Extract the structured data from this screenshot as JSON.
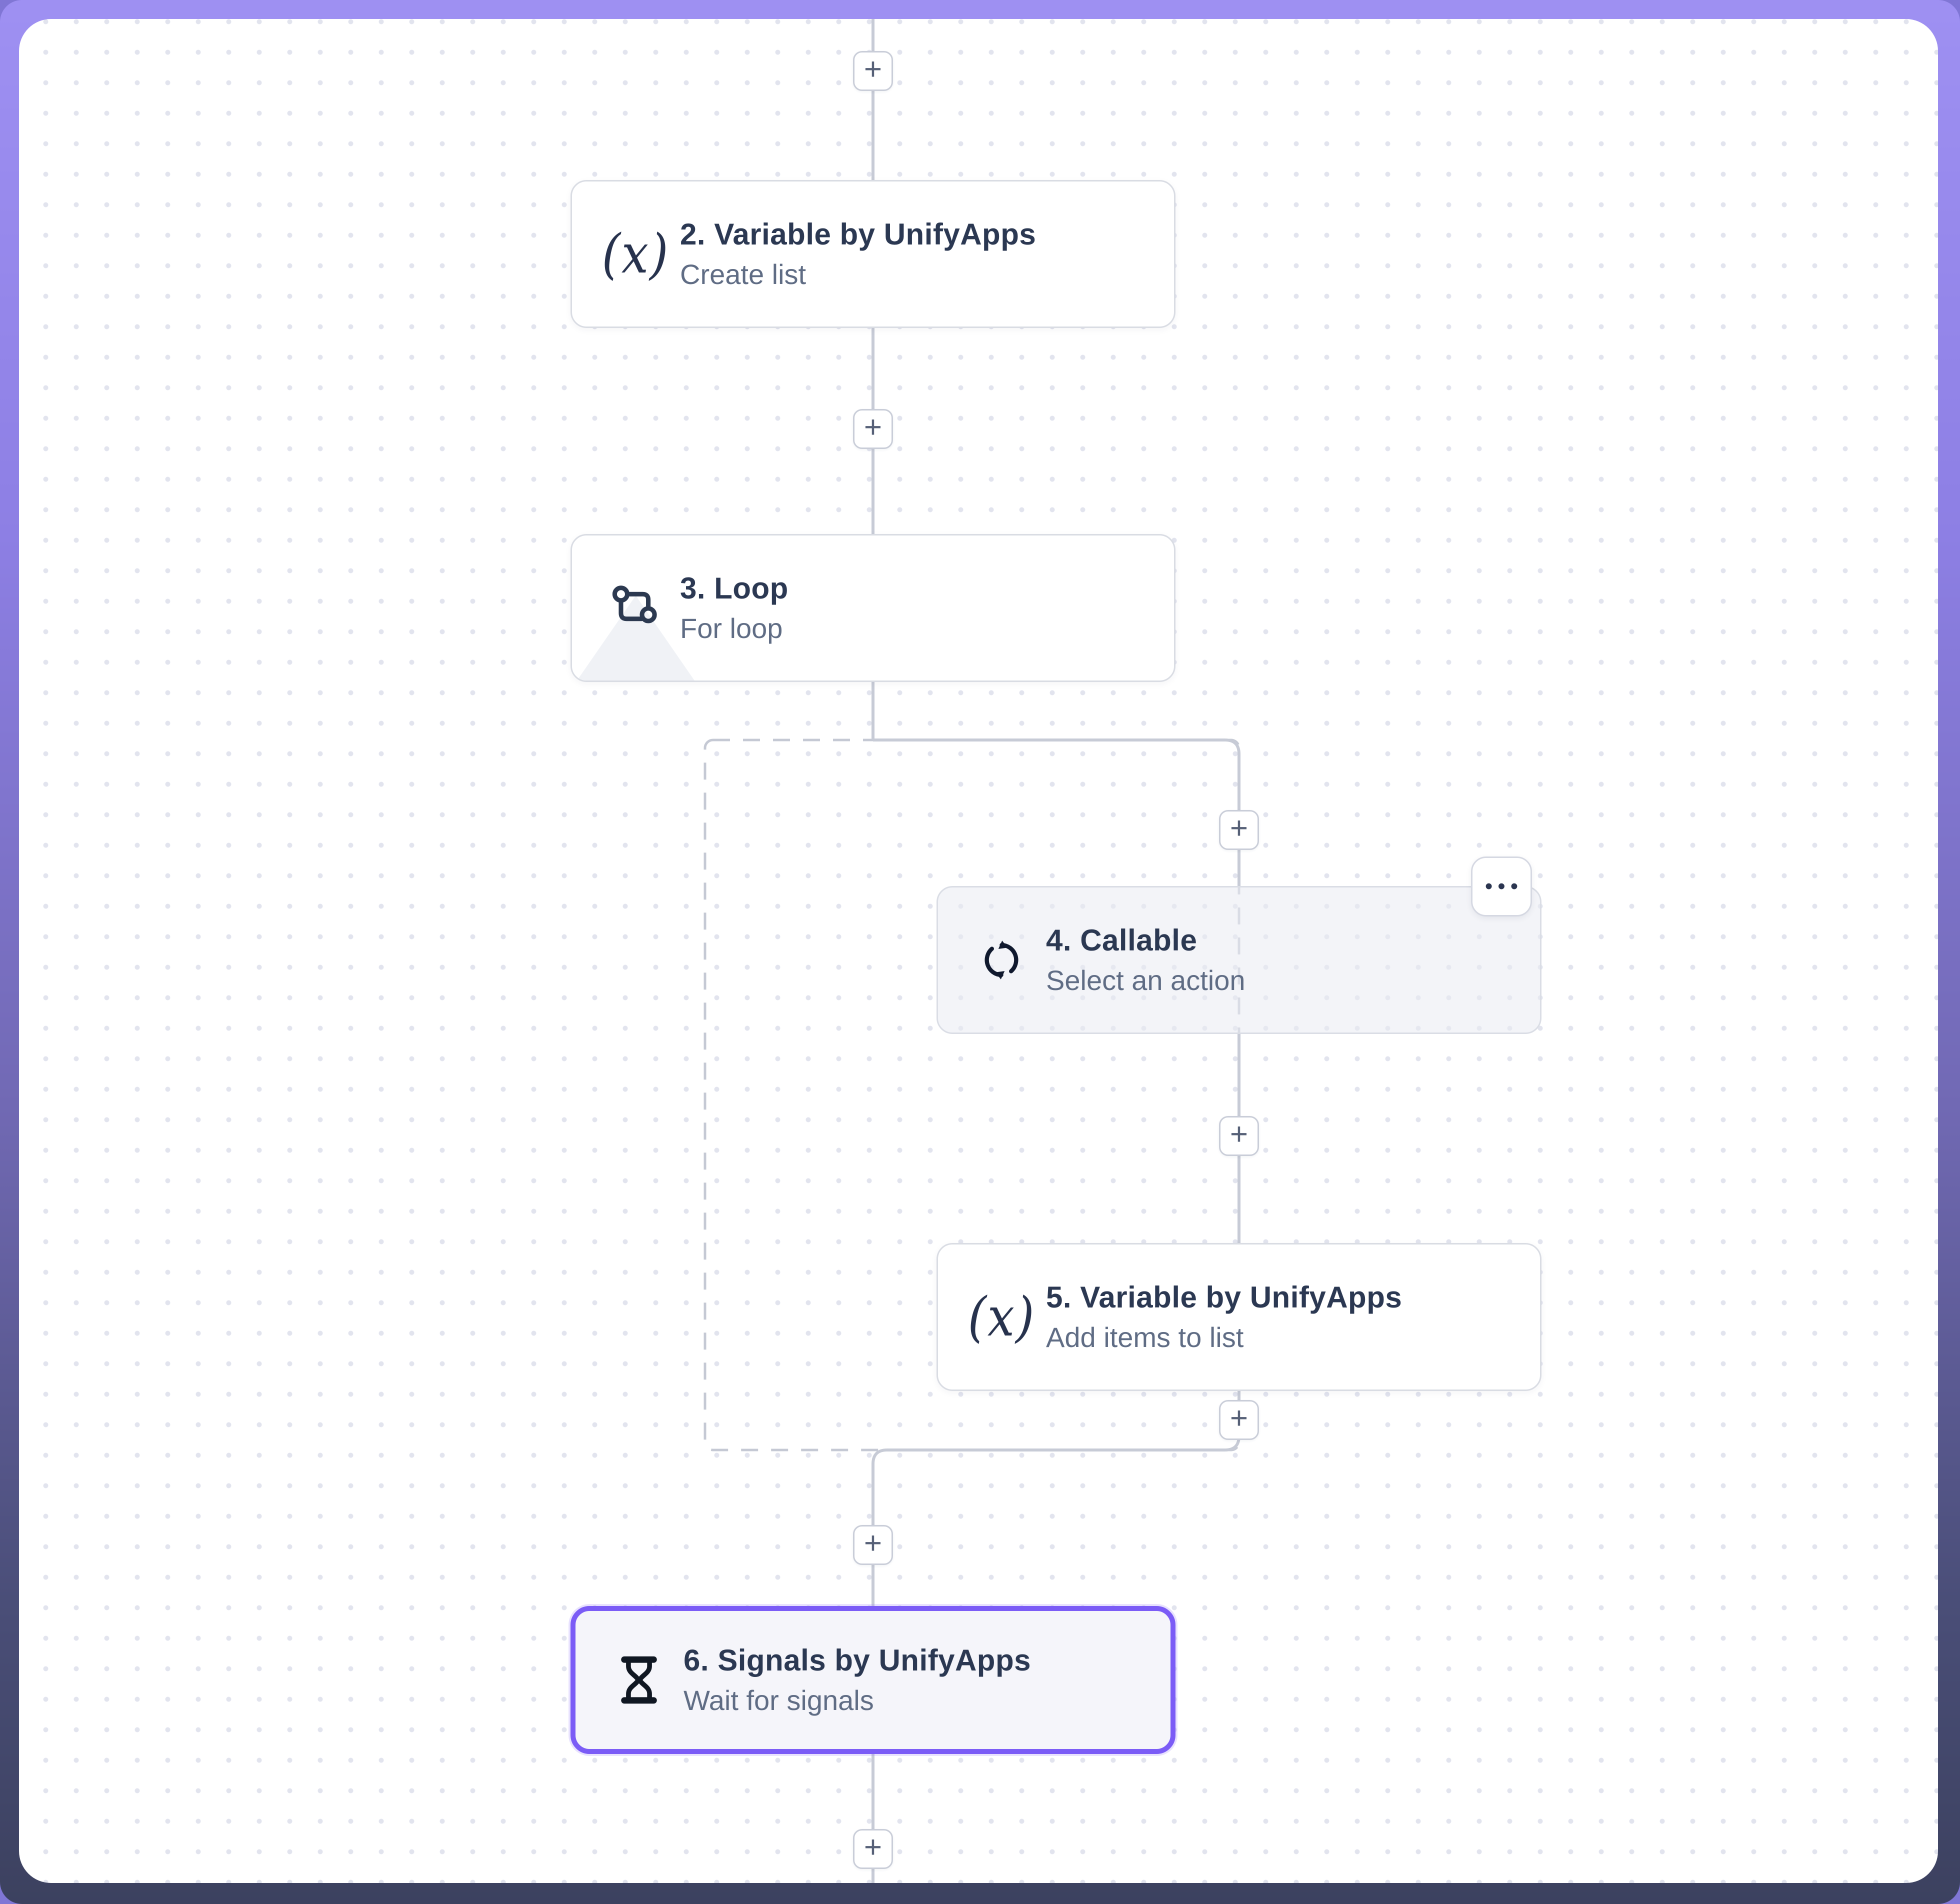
{
  "ui": {
    "plus_label": "+",
    "menu_dots": "•••"
  },
  "icons": {
    "variable_glyph": "(x)"
  },
  "nodes": [
    {
      "title": "2. Variable by UnifyApps",
      "subtitle": "Create list",
      "icon": "variable-x-icon",
      "state": "default"
    },
    {
      "title": "3. Loop",
      "subtitle": "For loop",
      "icon": "loop-icon",
      "state": "default"
    },
    {
      "title": "4. Callable",
      "subtitle": "Select an action",
      "icon": "callable-refresh-icon",
      "state": "placeholder"
    },
    {
      "title": "5. Variable by UnifyApps",
      "subtitle": "Add items to list",
      "icon": "variable-x-icon",
      "state": "default"
    },
    {
      "title": "6. Signals by UnifyApps",
      "subtitle": "Wait for signals",
      "icon": "hourglass-icon",
      "state": "selected"
    }
  ],
  "colors": {
    "accent_purple": "#7B5CF6",
    "connector_line": "#C7CBD6",
    "title_text": "#2B3852",
    "subtitle_text": "#5F6C84",
    "frame_gradient_top": "#9E90F2",
    "frame_gradient_bottom": "#3C415F"
  }
}
